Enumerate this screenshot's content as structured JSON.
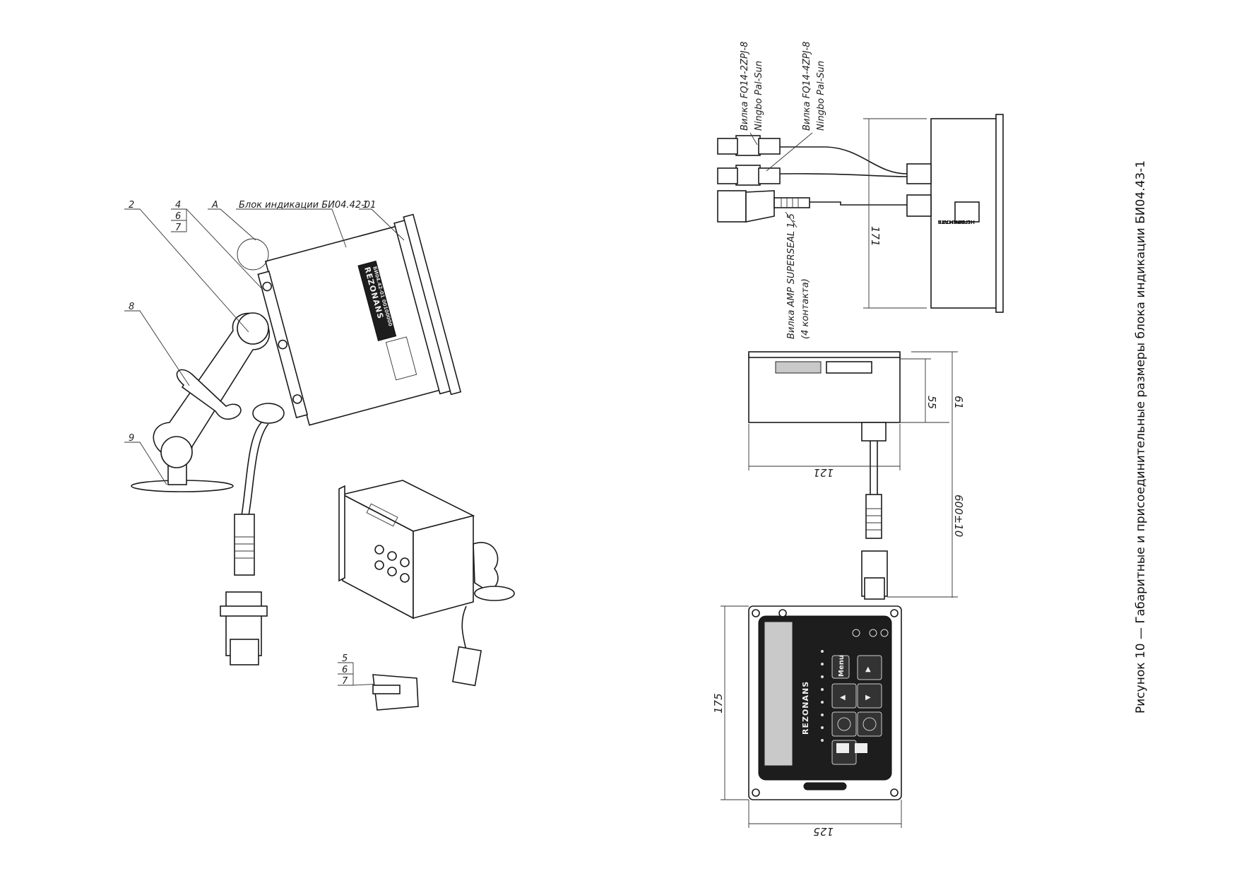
{
  "caption": "Рисунок 10 — Габаритные и присоединительные размеры блока индикации БИ04.43-1",
  "assembly_view": {
    "unit_label": "Блок индикации БИ04.42-01",
    "detail_marker": "A",
    "callouts": {
      "c1": "1",
      "c2": "2",
      "c4": "4",
      "c6": "6",
      "c7": "7",
      "c8": "8",
      "c9": "9"
    },
    "detail_callouts": {
      "c5": "5",
      "c6": "6",
      "c7": "7"
    },
    "device_brand": "REZONANS",
    "device_model": "БИ04.42-01 00100000"
  },
  "side_view": {
    "connectors": [
      {
        "name": "Вилка FQ14-2ZPJ-8",
        "maker": "Ningbo Pal-Sun"
      },
      {
        "name": "Вилка FQ14-4ZPJ-8",
        "maker": "Ningbo Pal-Sun"
      },
      {
        "name": "Вилка AMP SUPERSEAL 1,5",
        "maker": "(4 контакта)"
      }
    ],
    "dim_height": "171",
    "sticker_line1": "ГАРАНТИЯ",
    "sticker_line2": "НЕ СНИМАТЬ"
  },
  "top_view": {
    "dim_depth_body": "55",
    "dim_depth_total": "61",
    "dim_width": "121",
    "dim_cable": "600±10"
  },
  "front_view": {
    "dim_height": "175",
    "dim_width": "125",
    "brand": "REZONANS",
    "menu_key": "Menu"
  }
}
